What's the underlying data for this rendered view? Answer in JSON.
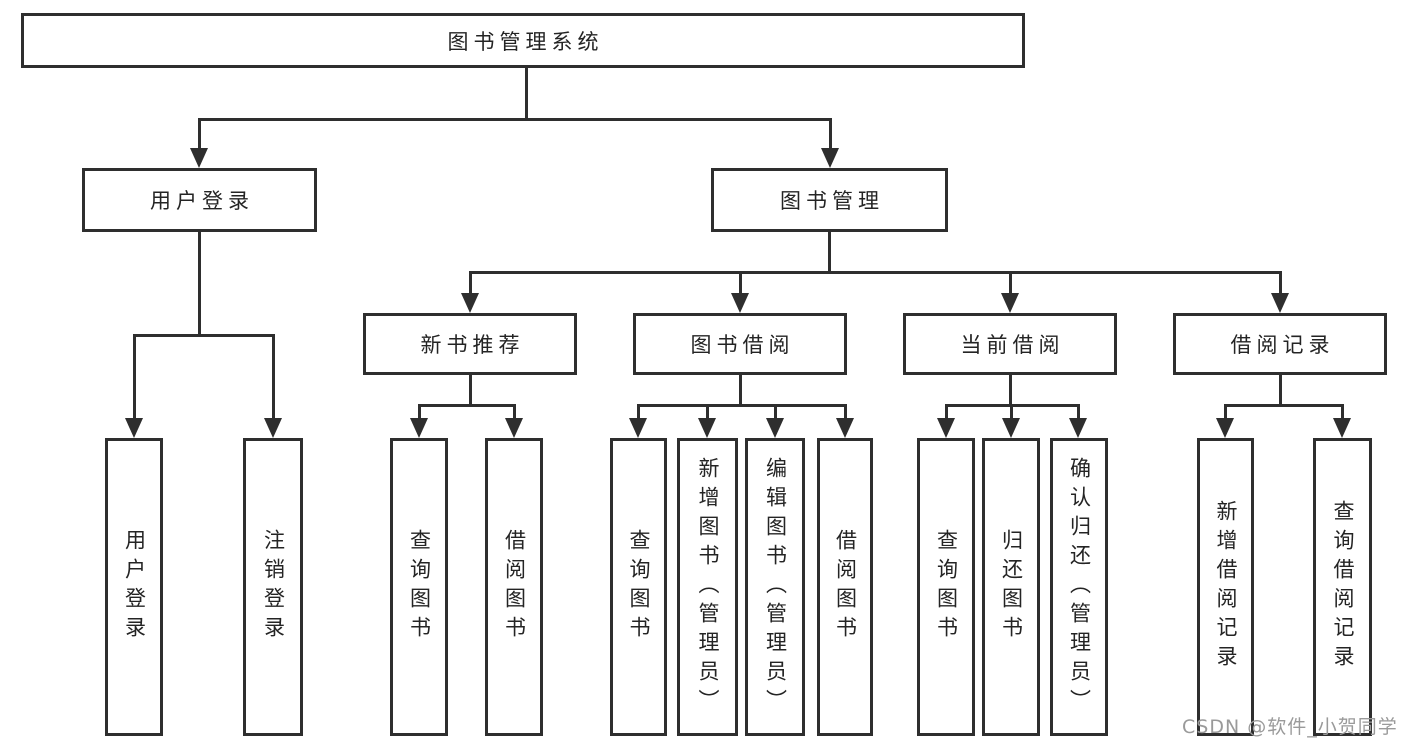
{
  "diagram": {
    "root": "图书管理系统",
    "level2": {
      "user_login": "用户登录",
      "book_management": "图书管理"
    },
    "level3": {
      "new_book_recommend": "新书推荐",
      "book_borrowing": "图书借阅",
      "current_borrowing": "当前借阅",
      "borrowing_records": "借阅记录"
    },
    "leaves": {
      "user_login": [
        "用户登录",
        "注销登录"
      ],
      "new_book_recommend": [
        "查询图书",
        "借阅图书"
      ],
      "book_borrowing": [
        "查询图书",
        "新增图书（管理员）",
        "编辑图书（管理员）",
        "借阅图书"
      ],
      "current_borrowing": [
        "查询图书",
        "归还图书",
        "确认归还（管理员）"
      ],
      "borrowing_records": [
        "新增借阅记录",
        "查询借阅记录"
      ]
    }
  },
  "watermark": "CSDN @软件_小贺同学",
  "colors": {
    "line": "#2e2e2e",
    "box_border": "#2e2e2e",
    "text": "#242424",
    "watermark": "#9a9a9a",
    "background": "#ffffff"
  }
}
